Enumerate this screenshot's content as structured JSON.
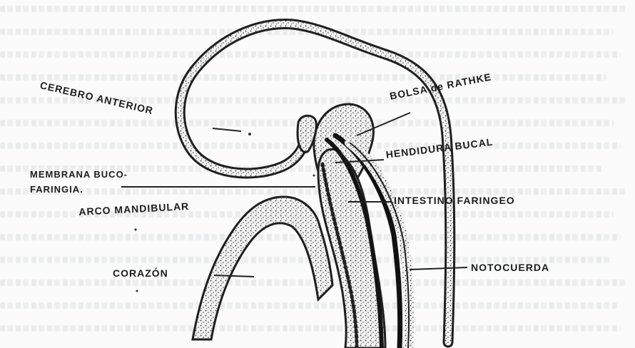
{
  "diagram": {
    "labels": {
      "cerebro_anterior": "CEREBRO ANTERIOR",
      "bolsa_rathke": "BOLSA de RATHKE",
      "hendidura_bucal": "HENDIDURA BUCAL",
      "membrana_line1": "MEMBRANA BUCO-",
      "membrana_line2": "FARINGIA.",
      "intestino_faringeo": "INTESTINO FARINGEO",
      "arco_mandibular": "ARCO MANDIBULAR",
      "corazon": "CORAZÓN",
      "notocuerda": "NOTOCUERDA"
    }
  }
}
